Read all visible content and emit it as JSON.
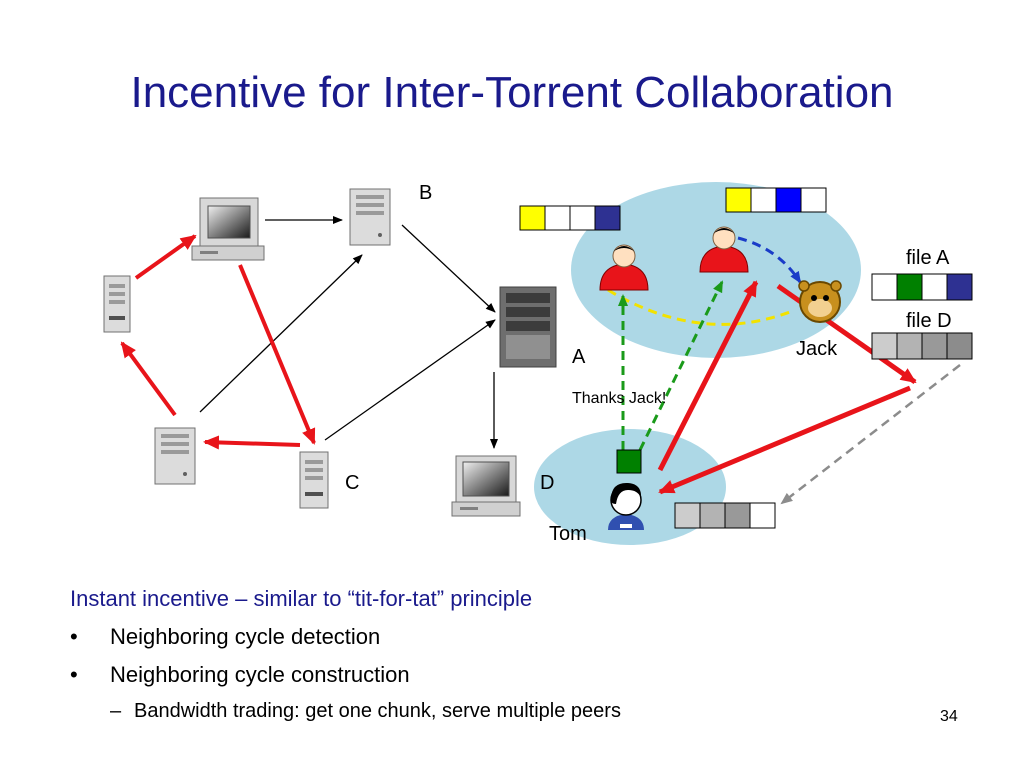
{
  "slide": {
    "title": "Incentive for Inter-Torrent Collaboration",
    "page_number": "34"
  },
  "diagram": {
    "labels": {
      "b": "B",
      "c": "C",
      "a": "A",
      "d": "D",
      "jack": "Jack",
      "tom": "Tom",
      "file_a": "file A",
      "file_d": "file D",
      "thanks": "Thanks Jack!"
    },
    "colors": {
      "red_arrow": "#e8141a",
      "torrent_bubble": "#add8e6",
      "yellow_chunk": "#ffff00",
      "blue_chunk": "#0000ff",
      "navy_chunk": "#2e3192",
      "green_chunk": "#008000",
      "gray_chunk": "#b3b3b3",
      "dark_gray_chunk": "#8c8c8c",
      "dashed_green": "#1a9a1a",
      "dashed_blue": "#1a3cc8",
      "dashed_yellow": "#f2e200",
      "dashed_gray": "#8c8c8c"
    }
  },
  "bullets": {
    "lead": "Instant incentive – similar to “tit-for-tat” principle",
    "items": [
      "Neighboring cycle detection",
      "Neighboring cycle construction"
    ],
    "subitems": [
      "Bandwidth trading: get one chunk, serve multiple peers"
    ]
  }
}
